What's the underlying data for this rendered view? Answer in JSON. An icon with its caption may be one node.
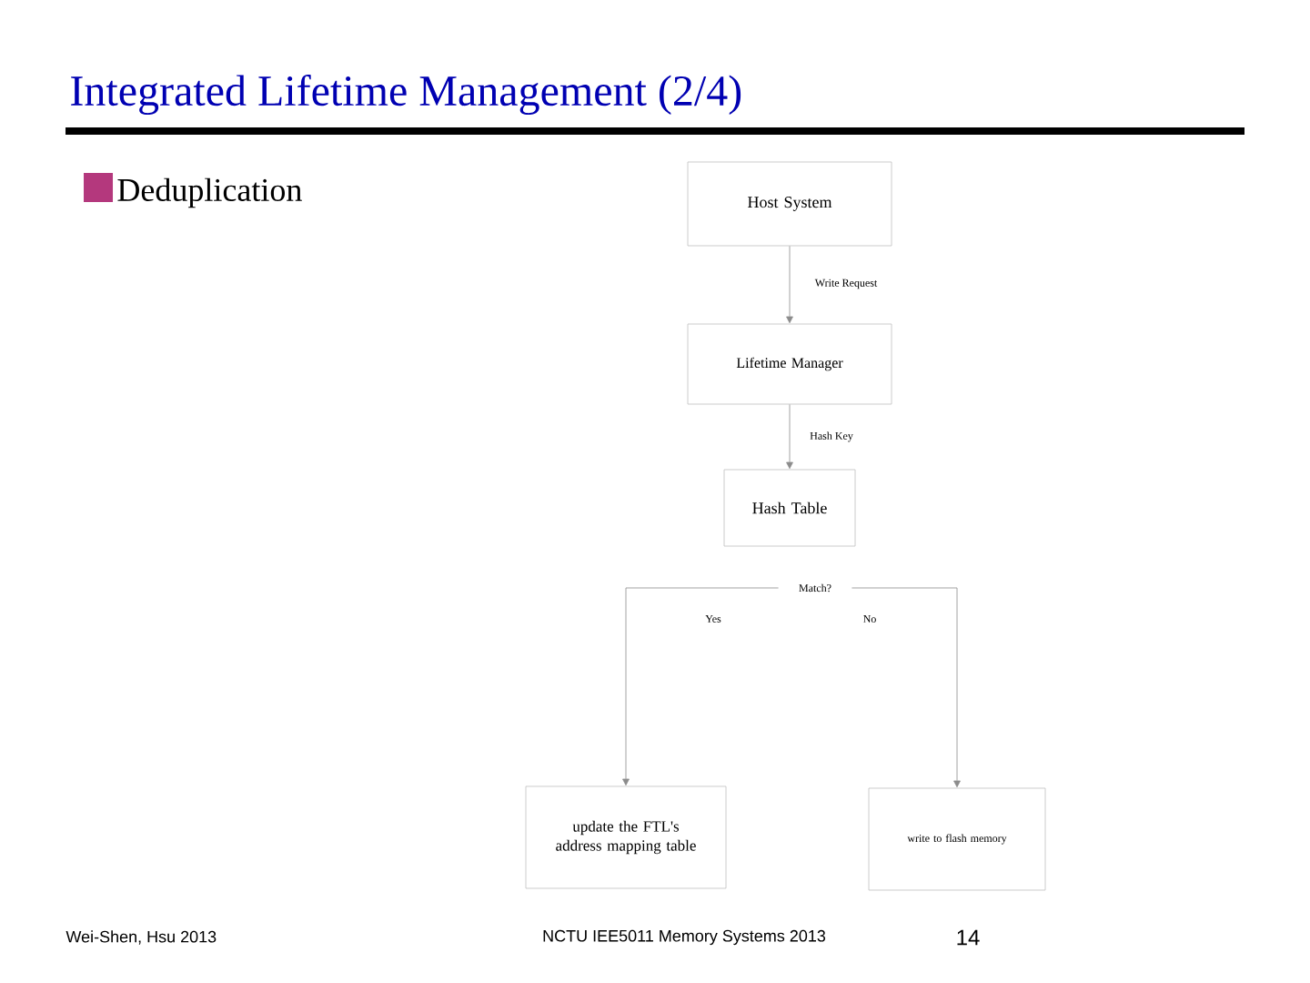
{
  "diagram": {
    "title": "Integrated Lifetime Management (2/4)",
    "nodes": [
      {
        "text": [
          "Host System"
        ]
      },
      {
        "text": [
          "Lifetime Manager"
        ]
      },
      {
        "text": [
          "Hash Table"
        ]
      },
      {
        "text": [
          "Match?"
        ]
      },
      {
        "text": [
          "update the FTL's address mapping table"
        ]
      },
      {
        "text": [
          "write to flash memory"
        ]
      }
    ],
    "edges": [
      {
        "from": 0,
        "to": 1,
        "arrow": "to",
        "label": "Write Request"
      },
      {
        "from": 1,
        "to": 2,
        "arrow": "to",
        "label": "Hash Key"
      },
      {
        "from": 3,
        "to": 4,
        "arrow": "to",
        "label": "Yes"
      },
      {
        "from": 3,
        "to": 5,
        "arrow": "to",
        "label": "No"
      }
    ],
    "labels": [
      "Deduplication",
      "Wei-Shen, Hsu  2013",
      "NCTU IEE5011 Memory Systems 2013",
      "14"
    ]
  }
}
